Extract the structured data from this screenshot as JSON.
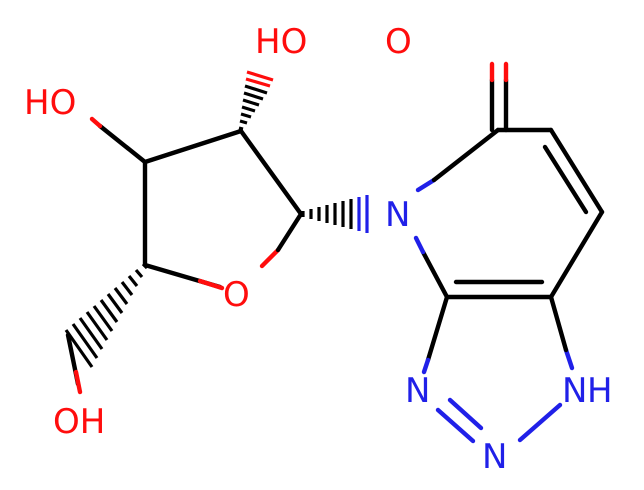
{
  "colors": {
    "carbon_bond": "#000000",
    "oxygen": "#ff0d0d",
    "nitrogen": "#2020e8",
    "background": "#ffffff"
  },
  "atoms": {
    "oh_top": "HO",
    "oh_left": "HO",
    "oh_bottom": "OH",
    "o_ring": "O",
    "o_carbonyl": "O",
    "n_ring": "N",
    "n_triazole_left": "N",
    "n_triazole_bottom": "N",
    "nh_triazole_right": "N",
    "nh_h": "H"
  }
}
